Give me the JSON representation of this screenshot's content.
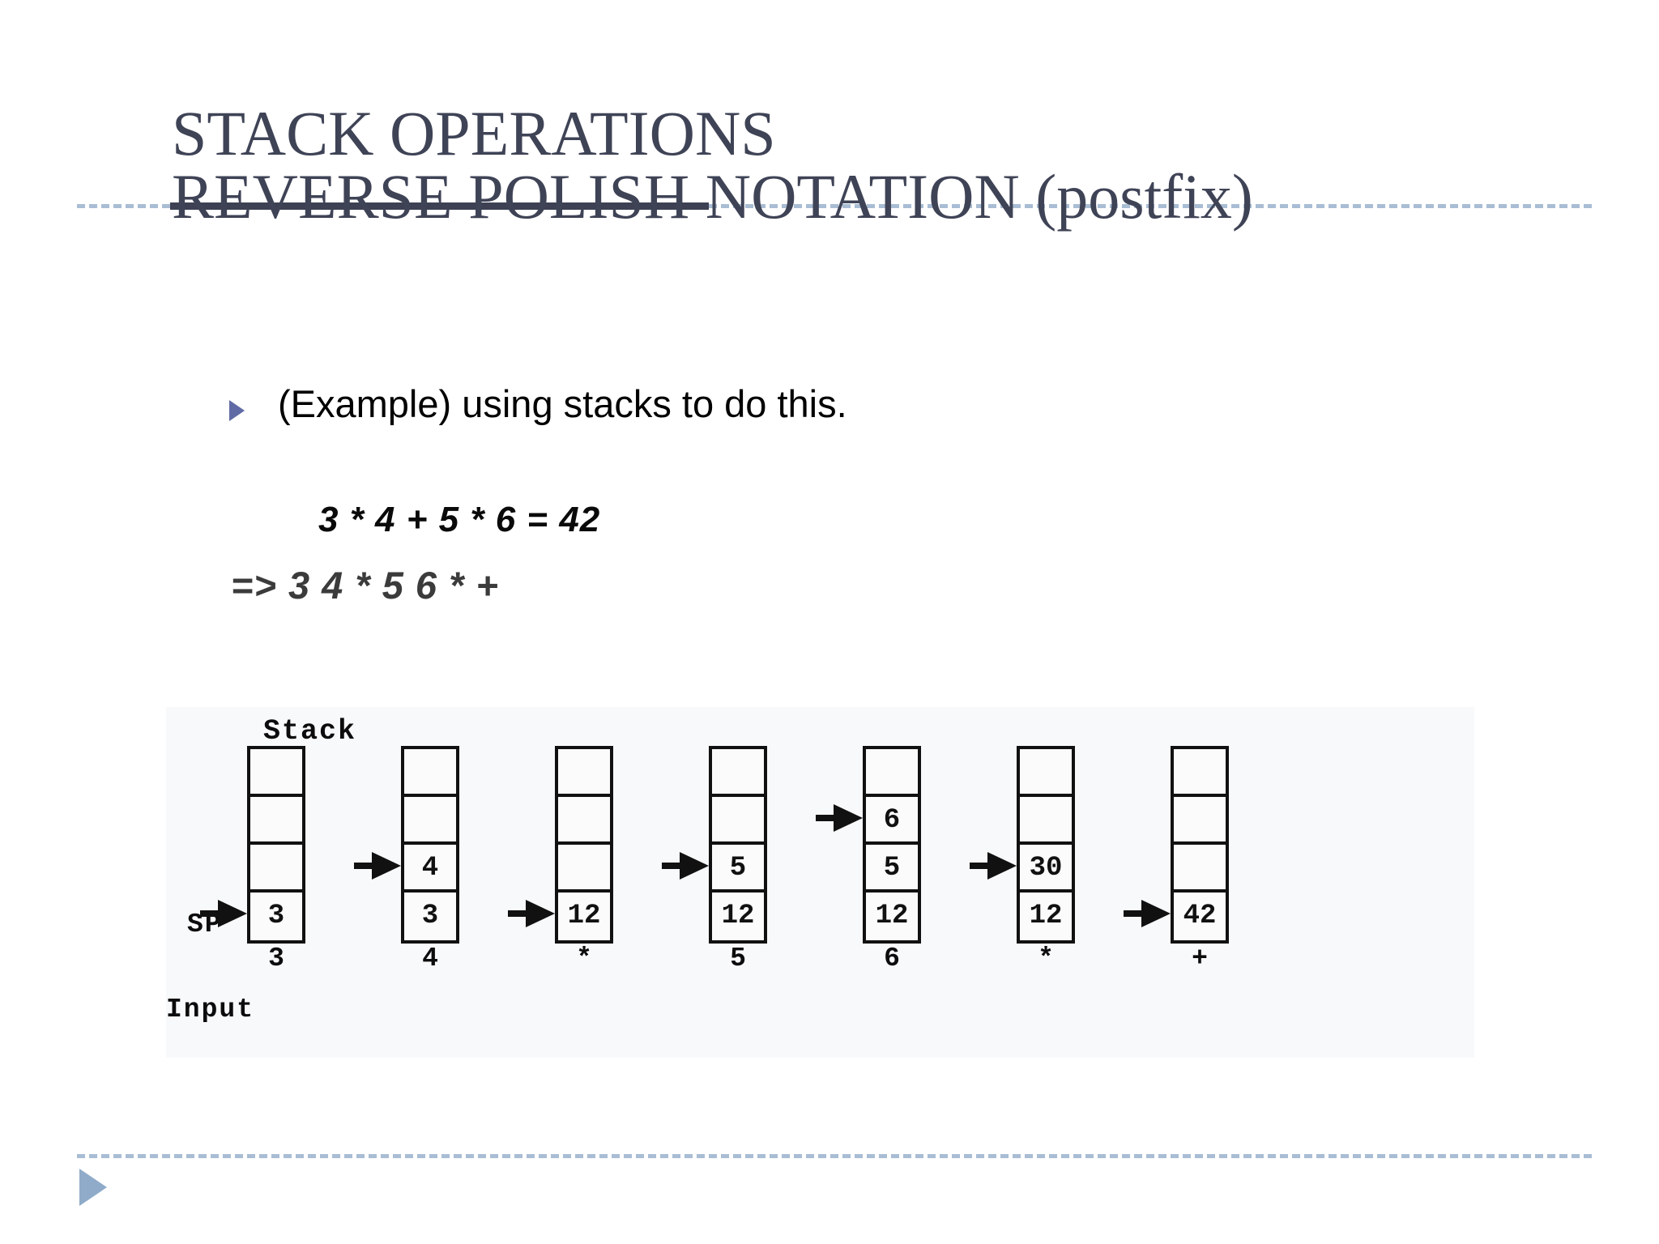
{
  "slide": {
    "title_line1": "STACK OPERATIONS",
    "title_line2": "REVERSE POLISH NOTATION (postfix)",
    "bullet_text": "(Example) using stacks to do this.",
    "equation_infix": "3 * 4 + 5 * 6 = 42",
    "equation_postfix": "=> 3 4 * 5 6 * +",
    "colors": {
      "title": "#3f4356",
      "dashed_rule": "#a9bdd4",
      "title_underline": "#3d4153",
      "bullet_marker": "#606ba5",
      "footer_marker": "#8fabc9",
      "equation_infix": "#0a0a0a",
      "equation_postfix": "#3b3b3b",
      "figure_background": "#f8f9fb",
      "figure_ink": "#111111"
    }
  },
  "figure": {
    "label_stack": "Stack",
    "label_sp": "SP",
    "label_input": "Input",
    "columns": [
      {
        "input": "3",
        "cells": [
          "",
          "",
          "",
          "3"
        ],
        "sp_index": 3
      },
      {
        "input": "4",
        "cells": [
          "",
          "",
          "4",
          "3"
        ],
        "sp_index": 2
      },
      {
        "input": "*",
        "cells": [
          "",
          "",
          "",
          "12"
        ],
        "sp_index": 3
      },
      {
        "input": "5",
        "cells": [
          "",
          "",
          "5",
          "12"
        ],
        "sp_index": 2
      },
      {
        "input": "6",
        "cells": [
          "",
          "6",
          "5",
          "12"
        ],
        "sp_index": 1
      },
      {
        "input": "*",
        "cells": [
          "",
          "",
          "30",
          "12"
        ],
        "sp_index": 2
      },
      {
        "input": "+",
        "cells": [
          "",
          "",
          "",
          "42"
        ],
        "sp_index": 3
      }
    ]
  }
}
